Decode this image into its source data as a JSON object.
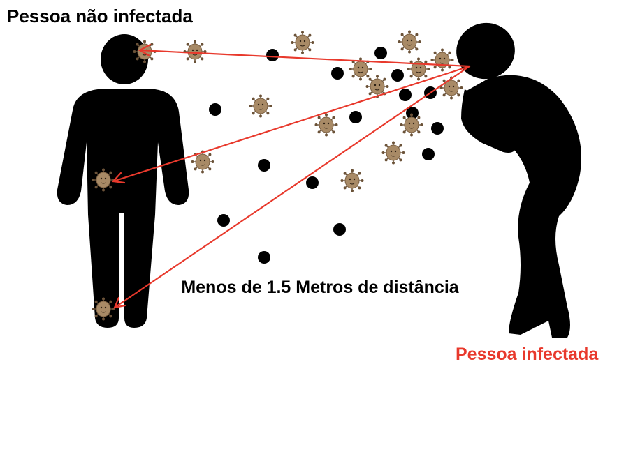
{
  "labels": {
    "uninfected_person": "Pessoa não infectada",
    "infected_person": "Pessoa infectada",
    "distance": "Menos de 1.5 Metros de distância"
  },
  "colors": {
    "figure": "#000000",
    "arrow": "#e8392c",
    "infected_text": "#e8392c",
    "virus_body": "#a88a66",
    "virus_spike": "#6b5238"
  },
  "icons": {
    "virus": "virus-icon",
    "droplet": "droplet-icon"
  },
  "transmission_arrows": [
    {
      "target": "head"
    },
    {
      "target": "torso"
    },
    {
      "target": "foot"
    }
  ]
}
